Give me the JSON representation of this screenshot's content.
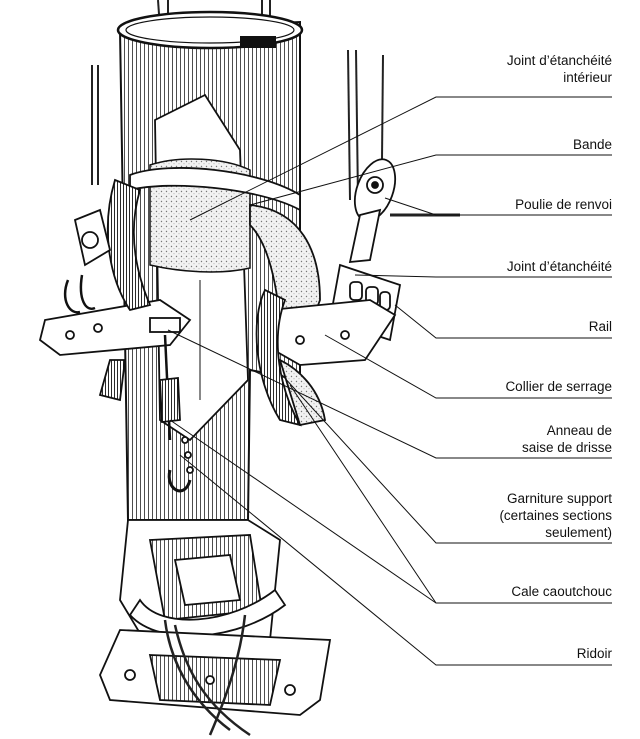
{
  "labels": [
    {
      "id": "inner-seal",
      "text": "Joint d’étanchéité\nintérieur"
    },
    {
      "id": "band",
      "text": "Bande"
    },
    {
      "id": "turning-block",
      "text": "Poulie de renvoi"
    },
    {
      "id": "seal",
      "text": "Joint d’étanchéité"
    },
    {
      "id": "rail",
      "text": "Rail"
    },
    {
      "id": "hose-clamp",
      "text": "Collier de serrage"
    },
    {
      "id": "halyard-ring",
      "text": "Anneau de\nsaise de drisse"
    },
    {
      "id": "support-fitting",
      "text": "Garniture support\n(certaines sections\nseulement)"
    },
    {
      "id": "rubber-wedge",
      "text": "Cale caoutchouc"
    },
    {
      "id": "turnbuckle",
      "text": "Ridoir"
    }
  ],
  "colors": {
    "ink": "#111111",
    "paper": "#ffffff",
    "stipple": "#d9d9d9"
  }
}
